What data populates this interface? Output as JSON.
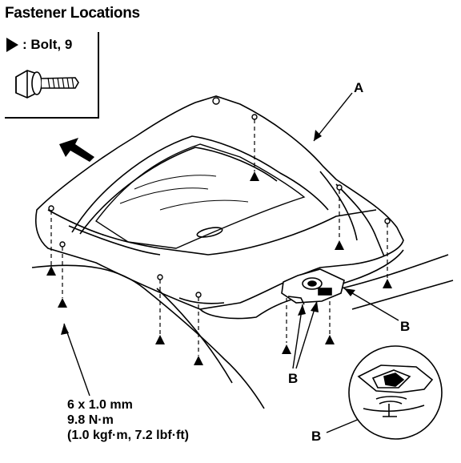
{
  "title": "Fastener Locations",
  "legend": {
    "symbol": "filled-triangle",
    "label": ": Bolt, 9"
  },
  "spec": {
    "size": "6 x 1.0 mm",
    "torque_nm": "9.8 N·m",
    "torque_alt": "(1.0 kgf·m, 7.2 lbf·ft)"
  },
  "callouts": {
    "a": "A",
    "b_right": "B",
    "b_bottom": "B",
    "b_detail": "B"
  }
}
